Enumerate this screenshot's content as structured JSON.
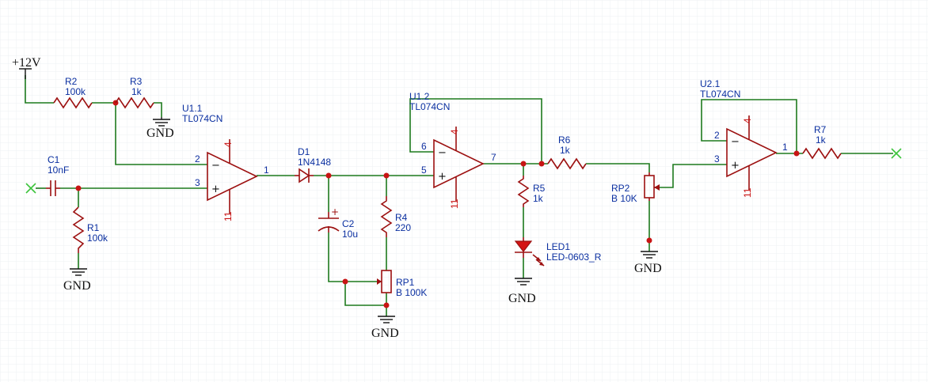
{
  "power": {
    "supply": "+12V",
    "ground": "GND"
  },
  "components": {
    "r1": {
      "ref": "R1",
      "value": "100k"
    },
    "r2": {
      "ref": "R2",
      "value": "100k"
    },
    "r3": {
      "ref": "R3",
      "value": "1k"
    },
    "r4": {
      "ref": "R4",
      "value": "220"
    },
    "r5": {
      "ref": "R5",
      "value": "1k"
    },
    "r6": {
      "ref": "R6",
      "value": "1k"
    },
    "r7": {
      "ref": "R7",
      "value": "1k"
    },
    "c1": {
      "ref": "C1",
      "value": "10nF"
    },
    "c2": {
      "ref": "C2",
      "value": "10u"
    },
    "d1": {
      "ref": "D1",
      "value": "1N4148"
    },
    "rp1": {
      "ref": "RP1",
      "value": "B 100K"
    },
    "rp2": {
      "ref": "RP2",
      "value": "B 10K"
    },
    "led1": {
      "ref": "LED1",
      "value": "LED-0603_R"
    },
    "u11": {
      "ref": "U1.1",
      "value": "TL074CN",
      "pins": {
        "inv": "2",
        "noninv": "3",
        "out": "1",
        "vpos": "4",
        "vneg": "11"
      }
    },
    "u12": {
      "ref": "U1.2",
      "value": "TL074CN",
      "pins": {
        "inv": "6",
        "noninv": "5",
        "out": "7",
        "vpos": "4",
        "vneg": "11"
      }
    },
    "u21": {
      "ref": "U2.1",
      "value": "TL074CN",
      "pins": {
        "inv": "2",
        "noninv": "3",
        "out": "1",
        "vpos": "4",
        "vneg": "11"
      }
    }
  },
  "symbols": {
    "minus": "−",
    "plus": "+"
  },
  "colors": {
    "wire": "#1d7a1d",
    "component": "#9c1010",
    "junction": "#c81414",
    "label": "#0a2fa0",
    "grid": "#eef0f3",
    "no_connect": "#3cc43c"
  }
}
